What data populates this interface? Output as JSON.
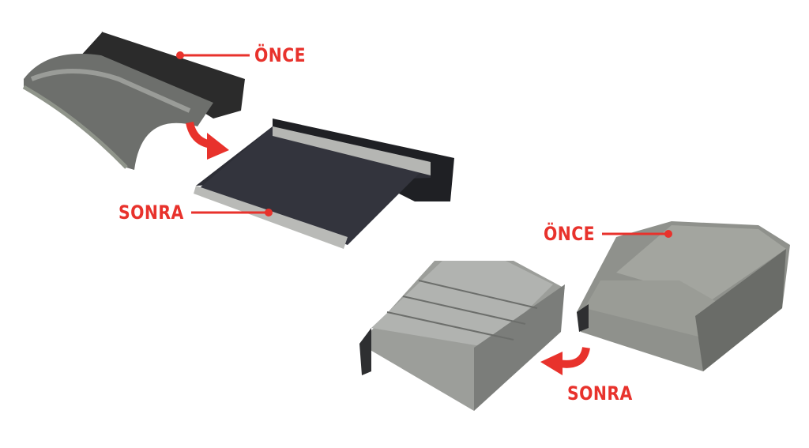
{
  "labels": {
    "before_1": "ÖNCE",
    "after_1": "SONRA",
    "before_2": "ÖNCE",
    "after_2": "SONRA"
  },
  "colors": {
    "accent": "#e8322c",
    "steel": "#a7a9a6",
    "dark": "#2a2b30"
  }
}
